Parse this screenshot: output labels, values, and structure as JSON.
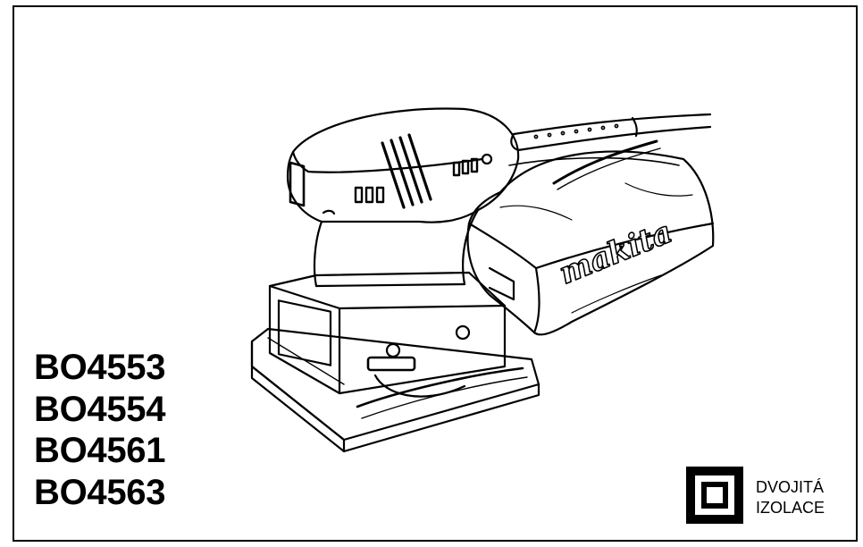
{
  "cover": {
    "brand_logo_text": "makita",
    "models": [
      "BO4553",
      "BO4554",
      "BO4561",
      "BO4563"
    ],
    "double_insulation": {
      "line1": "DVOJITÁ",
      "line2": "IZOLACE",
      "symbol": "double-insulation-square-icon"
    }
  }
}
